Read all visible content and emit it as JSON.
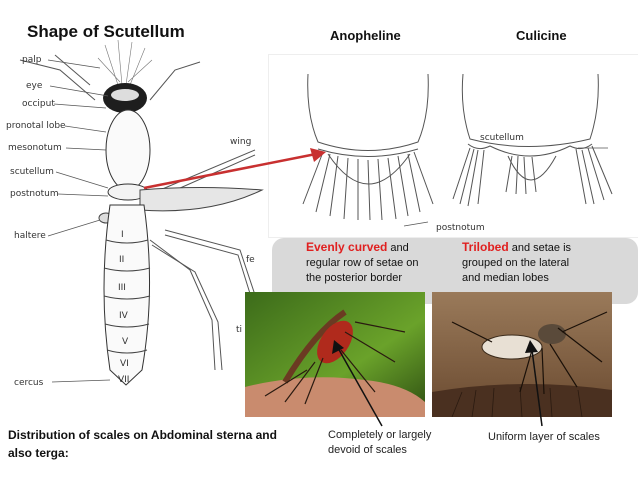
{
  "title": "Shape of Scutellum",
  "headers": {
    "anopheline": "Anopheline",
    "culicine": "Culicine"
  },
  "mosquito_labels": [
    "palp",
    "eye",
    "occiput",
    "pronotal lobe",
    "mesonotum",
    "scutellum",
    "postnotum",
    "haltere",
    "cercus",
    "wing",
    "fe",
    "ti"
  ],
  "segments": [
    "I",
    "II",
    "III",
    "IV",
    "V",
    "VI",
    "VII"
  ],
  "diagram_labels": {
    "scutellum": "scutellum",
    "postnotum": "postnotum"
  },
  "captions": {
    "anopheline_highlight": "Evenly curved",
    "anopheline_rest_1": " and",
    "anopheline_rest_2": "regular row of setae on",
    "anopheline_rest_3": "the posterior border",
    "culicine_highlight": "Trilobed",
    "culicine_rest_1": " and setae is",
    "culicine_rest_2": "grouped on the lateral",
    "culicine_rest_3": "and median lobes"
  },
  "bottom": {
    "line1": "Distribution of scales on Abdominal sterna  and",
    "line2": "also terga:"
  },
  "callouts": {
    "anopheline_1": "Completely or largely",
    "anopheline_2": "devoid of scales",
    "culicine": "Uniform layer of scales"
  },
  "colors": {
    "highlight": "#e02020",
    "arrow": "#c83030",
    "band": "#d9d9d9"
  }
}
